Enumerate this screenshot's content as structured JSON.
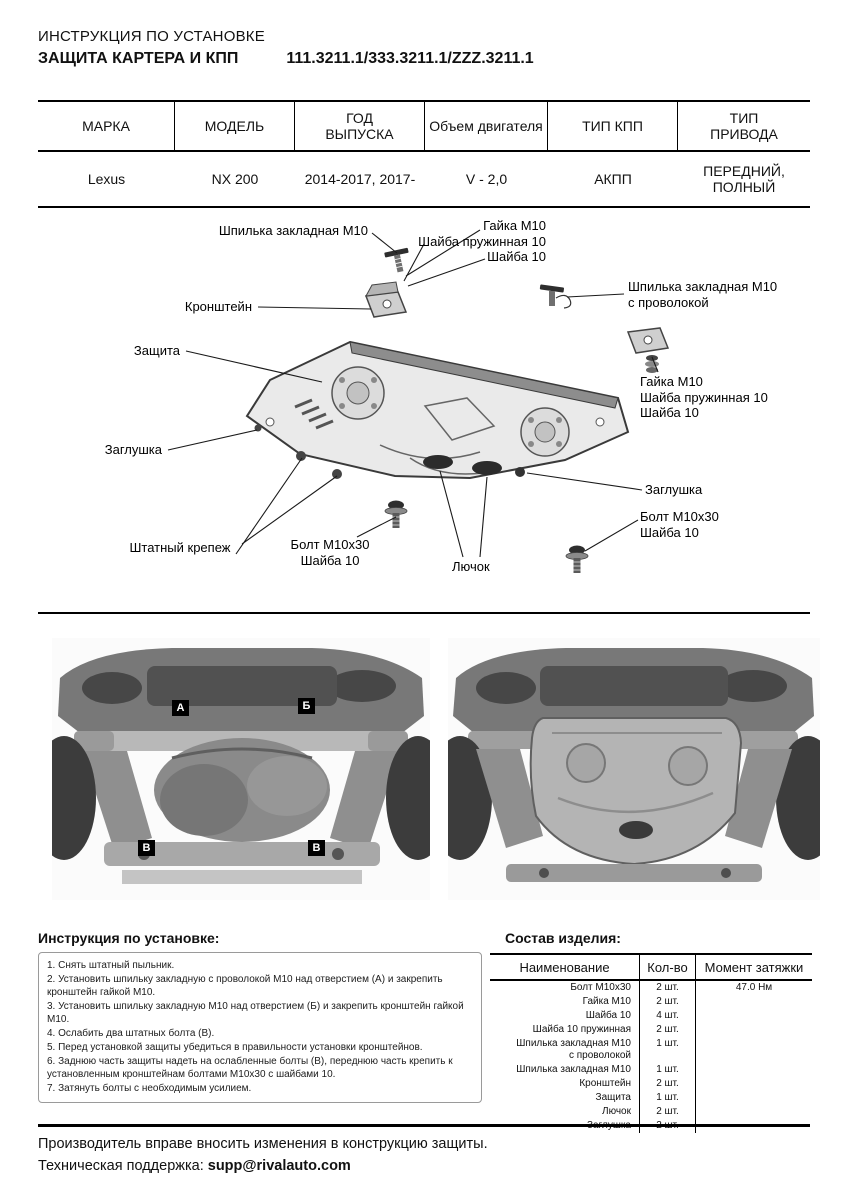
{
  "header": {
    "title_line1": "ИНСТРУКЦИЯ ПО УСТАНОВКЕ",
    "title_line2": "ЗАЩИТА КАРТЕРА И КПП",
    "codes": "111.3211.1/333.3211.1/ZZZ.3211.1"
  },
  "spec_table": {
    "headers": [
      "МАРКА",
      "МОДЕЛЬ",
      "ГОД\nВЫПУСКА",
      "Объем двигателя",
      "ТИП КПП",
      "ТИП\nПРИВОДА"
    ],
    "values": [
      "Lexus",
      "NX 200",
      "2014-2017, 2017-",
      "V - 2,0",
      "АКПП",
      "ПЕРЕДНИЙ,\nПОЛНЫЙ"
    ]
  },
  "diagram": {
    "labels": {
      "stud": "Шпилька закладная М10",
      "nut_stack_top": "Гайка М10\nШайба пружинная 10\nШайба 10",
      "stud_wire": "Шпилька закладная М10\nс проволокой",
      "bracket": "Кронштейн",
      "plate": "Защита",
      "nut_stack_right": "Гайка М10\nШайба пружинная 10\nШайба 10",
      "plug_left": "Заглушка",
      "plug_right": "Заглушка",
      "stock_hardware": "Штатный крепеж",
      "bolt_bottom": "Болт М10х30\nШайба 10",
      "hatch": "Лючок",
      "bolt_right": "Болт М10х30\nШайба 10"
    }
  },
  "photos": {
    "markers": {
      "a": "А",
      "b": "Б",
      "v": "В"
    }
  },
  "install": {
    "title": "Инструкция по установке:",
    "steps": [
      "1. Снять штатный пыльник.",
      "2. Установить шпильку закладную с проволокой М10 над отверстием (А) и закрепить кронштейн гайкой М10.",
      "3. Установить шпильку закладную М10 над отверстием (Б) и закрепить кронштейн гайкой М10.",
      "4. Ослабить два штатных болта (В).",
      "5. Перед установкой защиты убедиться в правильности установки кронштейнов.",
      "6. Заднюю часть защиты надеть на ослабленные болты (В), переднюю часть крепить к установленным кронштейнам болтами М10х30 с шайбами 10.",
      "7. Затянуть болты с необходимым усилием."
    ]
  },
  "parts": {
    "title": "Состав изделия:",
    "col_name": "Наименование",
    "col_qty": "Кол-во",
    "col_torque": "Момент затяжки",
    "rows": [
      {
        "name": "Болт М10х30",
        "qty": "2 шт.",
        "torque": "47.0 Нм"
      },
      {
        "name": "Гайка М10",
        "qty": "2 шт.",
        "torque": ""
      },
      {
        "name": "Шайба 10",
        "qty": "4 шт.",
        "torque": ""
      },
      {
        "name": "Шайба 10 пружинная",
        "qty": "2 шт.",
        "torque": ""
      },
      {
        "name": "Шпилька закладная М10\nс проволокой",
        "qty": "1 шт.",
        "torque": ""
      },
      {
        "name": "Шпилька закладная М10",
        "qty": "1 шт.",
        "torque": ""
      },
      {
        "name": "Кронштейн",
        "qty": "2 шт.",
        "torque": ""
      },
      {
        "name": "Защита",
        "qty": "1 шт.",
        "torque": ""
      },
      {
        "name": "Лючок",
        "qty": "2 шт.",
        "torque": ""
      },
      {
        "name": "Заглушка",
        "qty": "2 шт.",
        "torque": ""
      }
    ]
  },
  "footer": {
    "line1": "Производитель вправе вносить изменения в конструкцию защиты.",
    "support_label": "Техническая поддержка:",
    "support_email": "supp@rivalauto.com"
  }
}
